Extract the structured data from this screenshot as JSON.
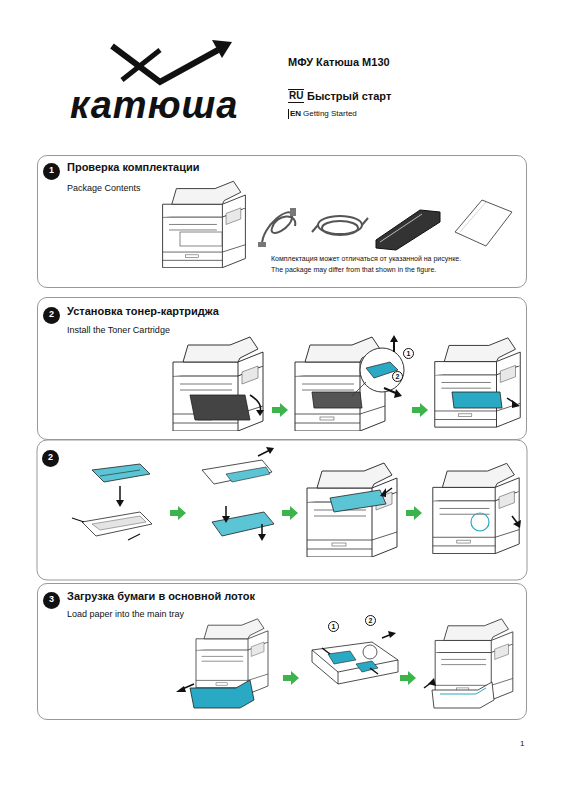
{
  "diagram": {
    "title": "МФУ Катюша M130",
    "nodes": [
      {
        "text": [
          "Проверка комплектации",
          "Package Contents",
          "Комплектация может отличаться от указанной на рисунке.",
          "The package may differ from that shown in the figure."
        ]
      },
      {
        "text": [
          "1"
        ],
        "in": 0
      },
      {
        "text": [
          "Установка тонер-картриджа",
          "Install the Toner Cartridge"
        ]
      },
      {
        "text": [
          "2"
        ],
        "in": 2
      },
      {
        "text": [
          "1"
        ],
        "in": 2
      },
      {
        "text": [
          "2"
        ],
        "in": 2
      },
      {
        "text": [
          "2"
        ]
      },
      {
        "text": [
          "Загрузка бумаги в основной лоток",
          "Load paper into the main tray"
        ]
      },
      {
        "text": [
          "3"
        ],
        "in": 7
      },
      {
        "text": [
          "1"
        ],
        "in": 7
      },
      {
        "text": [
          "2"
        ],
        "in": 7
      }
    ],
    "labels": [
      "катюша",
      "RU",
      "Быстрый старт",
      "EN",
      "Getting Started",
      "1"
    ]
  }
}
